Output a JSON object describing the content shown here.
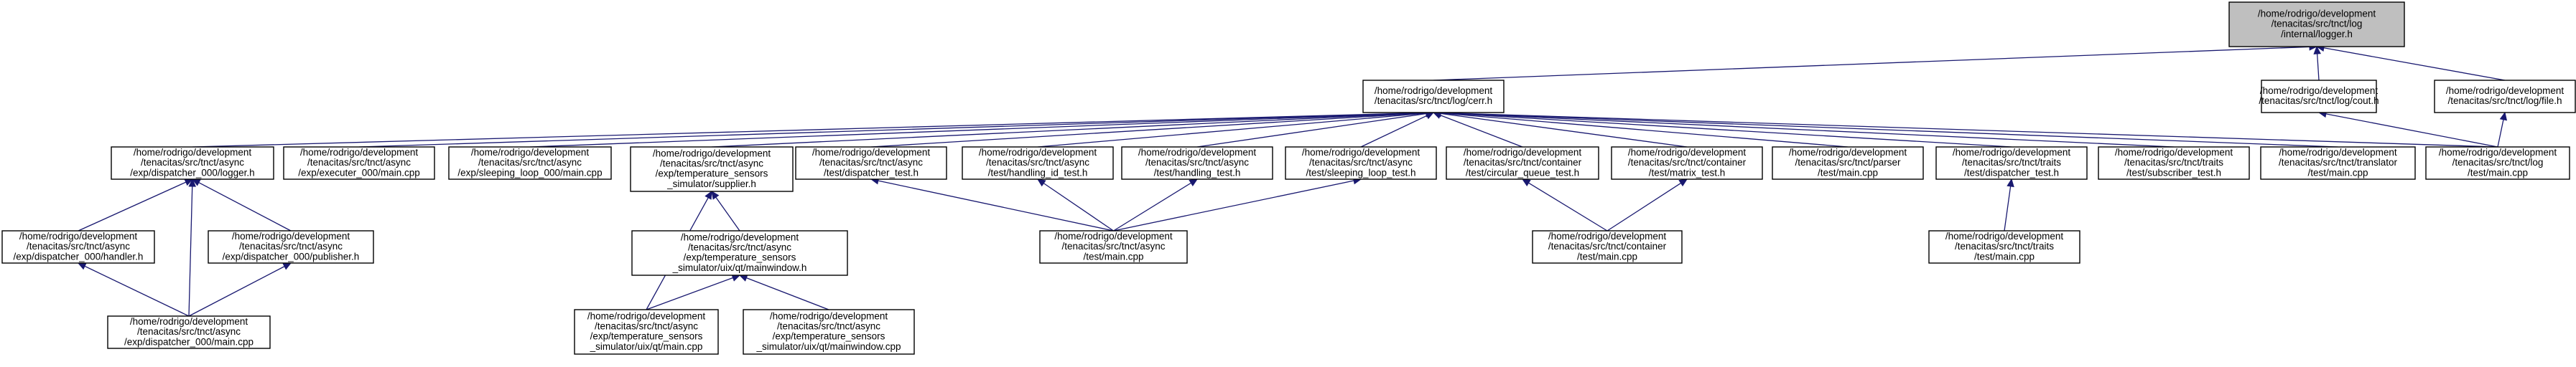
{
  "graph": {
    "nodes": [
      {
        "id": "logger",
        "lines": [
          "/home/rodrigo/development",
          "/tenacitas/src/tnct/log",
          "/internal/logger.h"
        ],
        "highlighted": true
      },
      {
        "id": "cerr",
        "lines": [
          "/home/rodrigo/development",
          "/tenacitas/src/tnct/log/cerr.h"
        ]
      },
      {
        "id": "cout",
        "lines": [
          "/home/rodrigo/development",
          "/tenacitas/src/tnct/log/cout.h"
        ]
      },
      {
        "id": "file",
        "lines": [
          "/home/rodrigo/development",
          "/tenacitas/src/tnct/log/file.h"
        ]
      },
      {
        "id": "d_logger",
        "lines": [
          "/home/rodrigo/development",
          "/tenacitas/src/tnct/async",
          "/exp/dispatcher_000/logger.h"
        ]
      },
      {
        "id": "exec_main",
        "lines": [
          "/home/rodrigo/development",
          "/tenacitas/src/tnct/async",
          "/exp/executer_000/main.cpp"
        ]
      },
      {
        "id": "sleep_main",
        "lines": [
          "/home/rodrigo/development",
          "/tenacitas/src/tnct/async",
          "/exp/sleeping_loop_000/main.cpp"
        ]
      },
      {
        "id": "supplier",
        "lines": [
          "/home/rodrigo/development",
          "/tenacitas/src/tnct/async",
          "/exp/temperature_sensors",
          "_simulator/supplier.h"
        ]
      },
      {
        "id": "disp_test",
        "lines": [
          "/home/rodrigo/development",
          "/tenacitas/src/tnct/async",
          "/test/dispatcher_test.h"
        ]
      },
      {
        "id": "hid_test",
        "lines": [
          "/home/rodrigo/development",
          "/tenacitas/src/tnct/async",
          "/test/handling_id_test.h"
        ]
      },
      {
        "id": "hand_test",
        "lines": [
          "/home/rodrigo/development",
          "/tenacitas/src/tnct/async",
          "/test/handling_test.h"
        ]
      },
      {
        "id": "sl_test",
        "lines": [
          "/home/rodrigo/development",
          "/tenacitas/src/tnct/async",
          "/test/sleeping_loop_test.h"
        ]
      },
      {
        "id": "cq_test",
        "lines": [
          "/home/rodrigo/development",
          "/tenacitas/src/tnct/container",
          "/test/circular_queue_test.h"
        ]
      },
      {
        "id": "mx_test",
        "lines": [
          "/home/rodrigo/development",
          "/tenacitas/src/tnct/container",
          "/test/matrix_test.h"
        ]
      },
      {
        "id": "parser_main",
        "lines": [
          "/home/rodrigo/development",
          "/tenacitas/src/tnct/parser",
          "/test/main.cpp"
        ]
      },
      {
        "id": "tr_disp",
        "lines": [
          "/home/rodrigo/development",
          "/tenacitas/src/tnct/traits",
          "/test/dispatcher_test.h"
        ]
      },
      {
        "id": "tr_sub",
        "lines": [
          "/home/rodrigo/development",
          "/tenacitas/src/tnct/traits",
          "/test/subscriber_test.h"
        ]
      },
      {
        "id": "transl_main",
        "lines": [
          "/home/rodrigo/development",
          "/tenacitas/src/tnct/translator",
          "/test/main.cpp"
        ]
      },
      {
        "id": "log_main",
        "lines": [
          "/home/rodrigo/development",
          "/tenacitas/src/tnct/log",
          "/test/main.cpp"
        ]
      },
      {
        "id": "d_handler",
        "lines": [
          "/home/rodrigo/development",
          "/tenacitas/src/tnct/async",
          "/exp/dispatcher_000/handler.h"
        ]
      },
      {
        "id": "d_pub",
        "lines": [
          "/home/rodrigo/development",
          "/tenacitas/src/tnct/async",
          "/exp/dispatcher_000/publisher.h"
        ]
      },
      {
        "id": "mainwin_h",
        "lines": [
          "/home/rodrigo/development",
          "/tenacitas/src/tnct/async",
          "/exp/temperature_sensors",
          "_simulator/uix/qt/mainwindow.h"
        ]
      },
      {
        "id": "async_main",
        "lines": [
          "/home/rodrigo/development",
          "/tenacitas/src/tnct/async",
          "/test/main.cpp"
        ]
      },
      {
        "id": "cont_main",
        "lines": [
          "/home/rodrigo/development",
          "/tenacitas/src/tnct/container",
          "/test/main.cpp"
        ]
      },
      {
        "id": "tr_main",
        "lines": [
          "/home/rodrigo/development",
          "/tenacitas/src/tnct/traits",
          "/test/main.cpp"
        ]
      },
      {
        "id": "d_main",
        "lines": [
          "/home/rodrigo/development",
          "/tenacitas/src/tnct/async",
          "/exp/dispatcher_000/main.cpp"
        ]
      },
      {
        "id": "qt_main",
        "lines": [
          "/home/rodrigo/development",
          "/tenacitas/src/tnct/async",
          "/exp/temperature_sensors",
          "_simulator/uix/qt/main.cpp"
        ]
      },
      {
        "id": "mainwin_cpp",
        "lines": [
          "/home/rodrigo/development",
          "/tenacitas/src/tnct/async",
          "/exp/temperature_sensors",
          "_simulator/uix/qt/mainwindow.cpp"
        ]
      }
    ],
    "edges": [
      [
        "cerr",
        "logger"
      ],
      [
        "cout",
        "logger"
      ],
      [
        "file",
        "logger"
      ],
      [
        "d_logger",
        "cerr"
      ],
      [
        "exec_main",
        "cerr"
      ],
      [
        "sleep_main",
        "cerr"
      ],
      [
        "supplier",
        "cerr"
      ],
      [
        "disp_test",
        "cerr"
      ],
      [
        "hid_test",
        "cerr"
      ],
      [
        "hand_test",
        "cerr"
      ],
      [
        "sl_test",
        "cerr"
      ],
      [
        "cq_test",
        "cerr"
      ],
      [
        "mx_test",
        "cerr"
      ],
      [
        "parser_main",
        "cerr"
      ],
      [
        "tr_disp",
        "cerr"
      ],
      [
        "tr_sub",
        "cerr"
      ],
      [
        "transl_main",
        "cerr"
      ],
      [
        "log_main",
        "cerr"
      ],
      [
        "log_main",
        "cout"
      ],
      [
        "log_main",
        "file"
      ],
      [
        "d_handler",
        "d_logger"
      ],
      [
        "d_pub",
        "d_logger"
      ],
      [
        "d_main",
        "d_logger"
      ],
      [
        "d_main",
        "d_handler"
      ],
      [
        "d_main",
        "d_pub"
      ],
      [
        "mainwin_h",
        "supplier"
      ],
      [
        "qt_main",
        "supplier"
      ],
      [
        "qt_main",
        "mainwin_h"
      ],
      [
        "mainwin_cpp",
        "mainwin_h"
      ],
      [
        "async_main",
        "disp_test"
      ],
      [
        "async_main",
        "hid_test"
      ],
      [
        "async_main",
        "hand_test"
      ],
      [
        "async_main",
        "sl_test"
      ],
      [
        "cont_main",
        "cq_test"
      ],
      [
        "cont_main",
        "mx_test"
      ],
      [
        "tr_main",
        "tr_disp"
      ]
    ]
  }
}
